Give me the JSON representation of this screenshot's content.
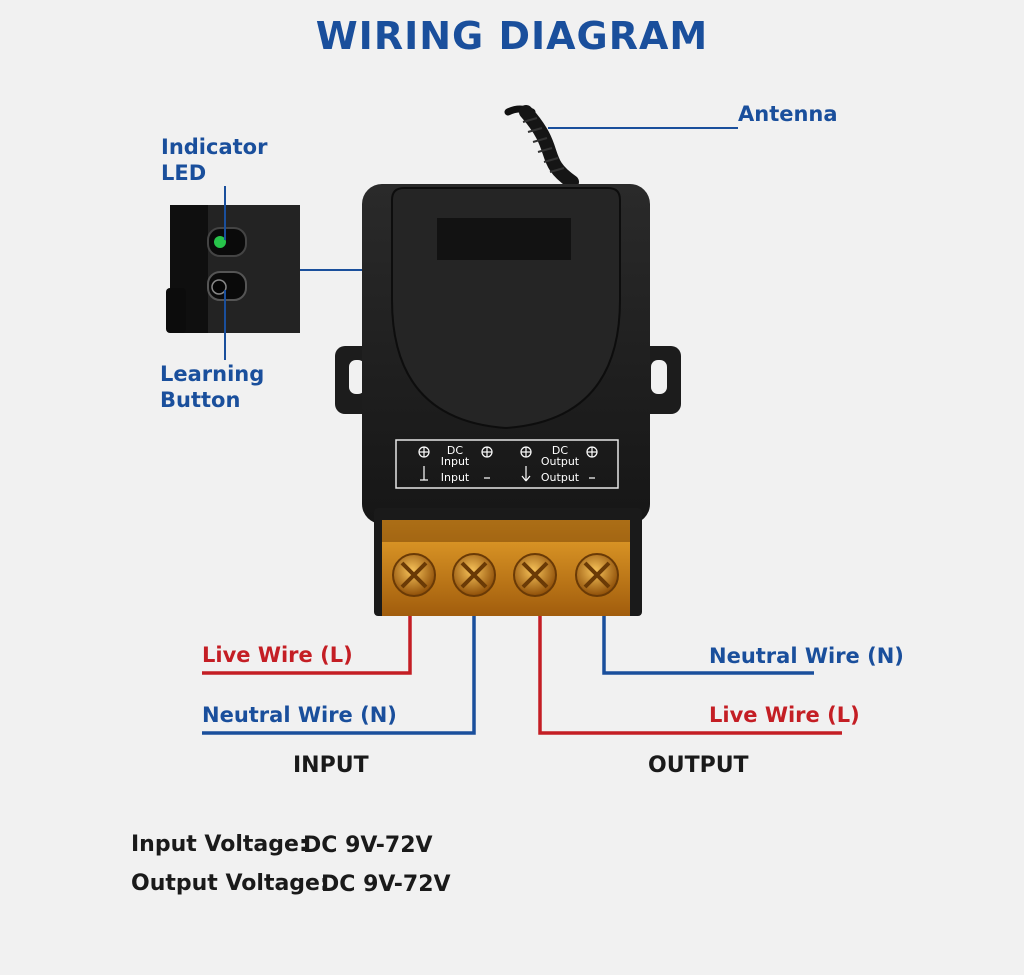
{
  "title": "WIRING DIAGRAM",
  "labels": {
    "antenna": "Antenna",
    "indicator_led_1": "Indicator",
    "indicator_led_2": "LED",
    "learning_button_1": "Learning",
    "learning_button_2": "Button",
    "input_live": "Live Wire (L)",
    "input_neutral": "Neutral Wire (N)",
    "output_neutral": "Neutral Wire (N)",
    "output_live": "Live Wire (L)",
    "input": "INPUT",
    "output": "OUTPUT"
  },
  "terminal_panel": {
    "dc_1": "DC",
    "input_1": "Input",
    "input_2": "Input",
    "dc_2": "DC",
    "output_1": "Output",
    "output_2": "Output"
  },
  "specs": {
    "input_label": "Input Voltage:",
    "input_value": "DC 9V-72V",
    "output_label": "Output Voltage:",
    "output_value": "DC 9V-72V"
  },
  "colors": {
    "blue": "#1a4f9c",
    "red": "#c41e24",
    "terminal_amber": "#d98a1a"
  }
}
